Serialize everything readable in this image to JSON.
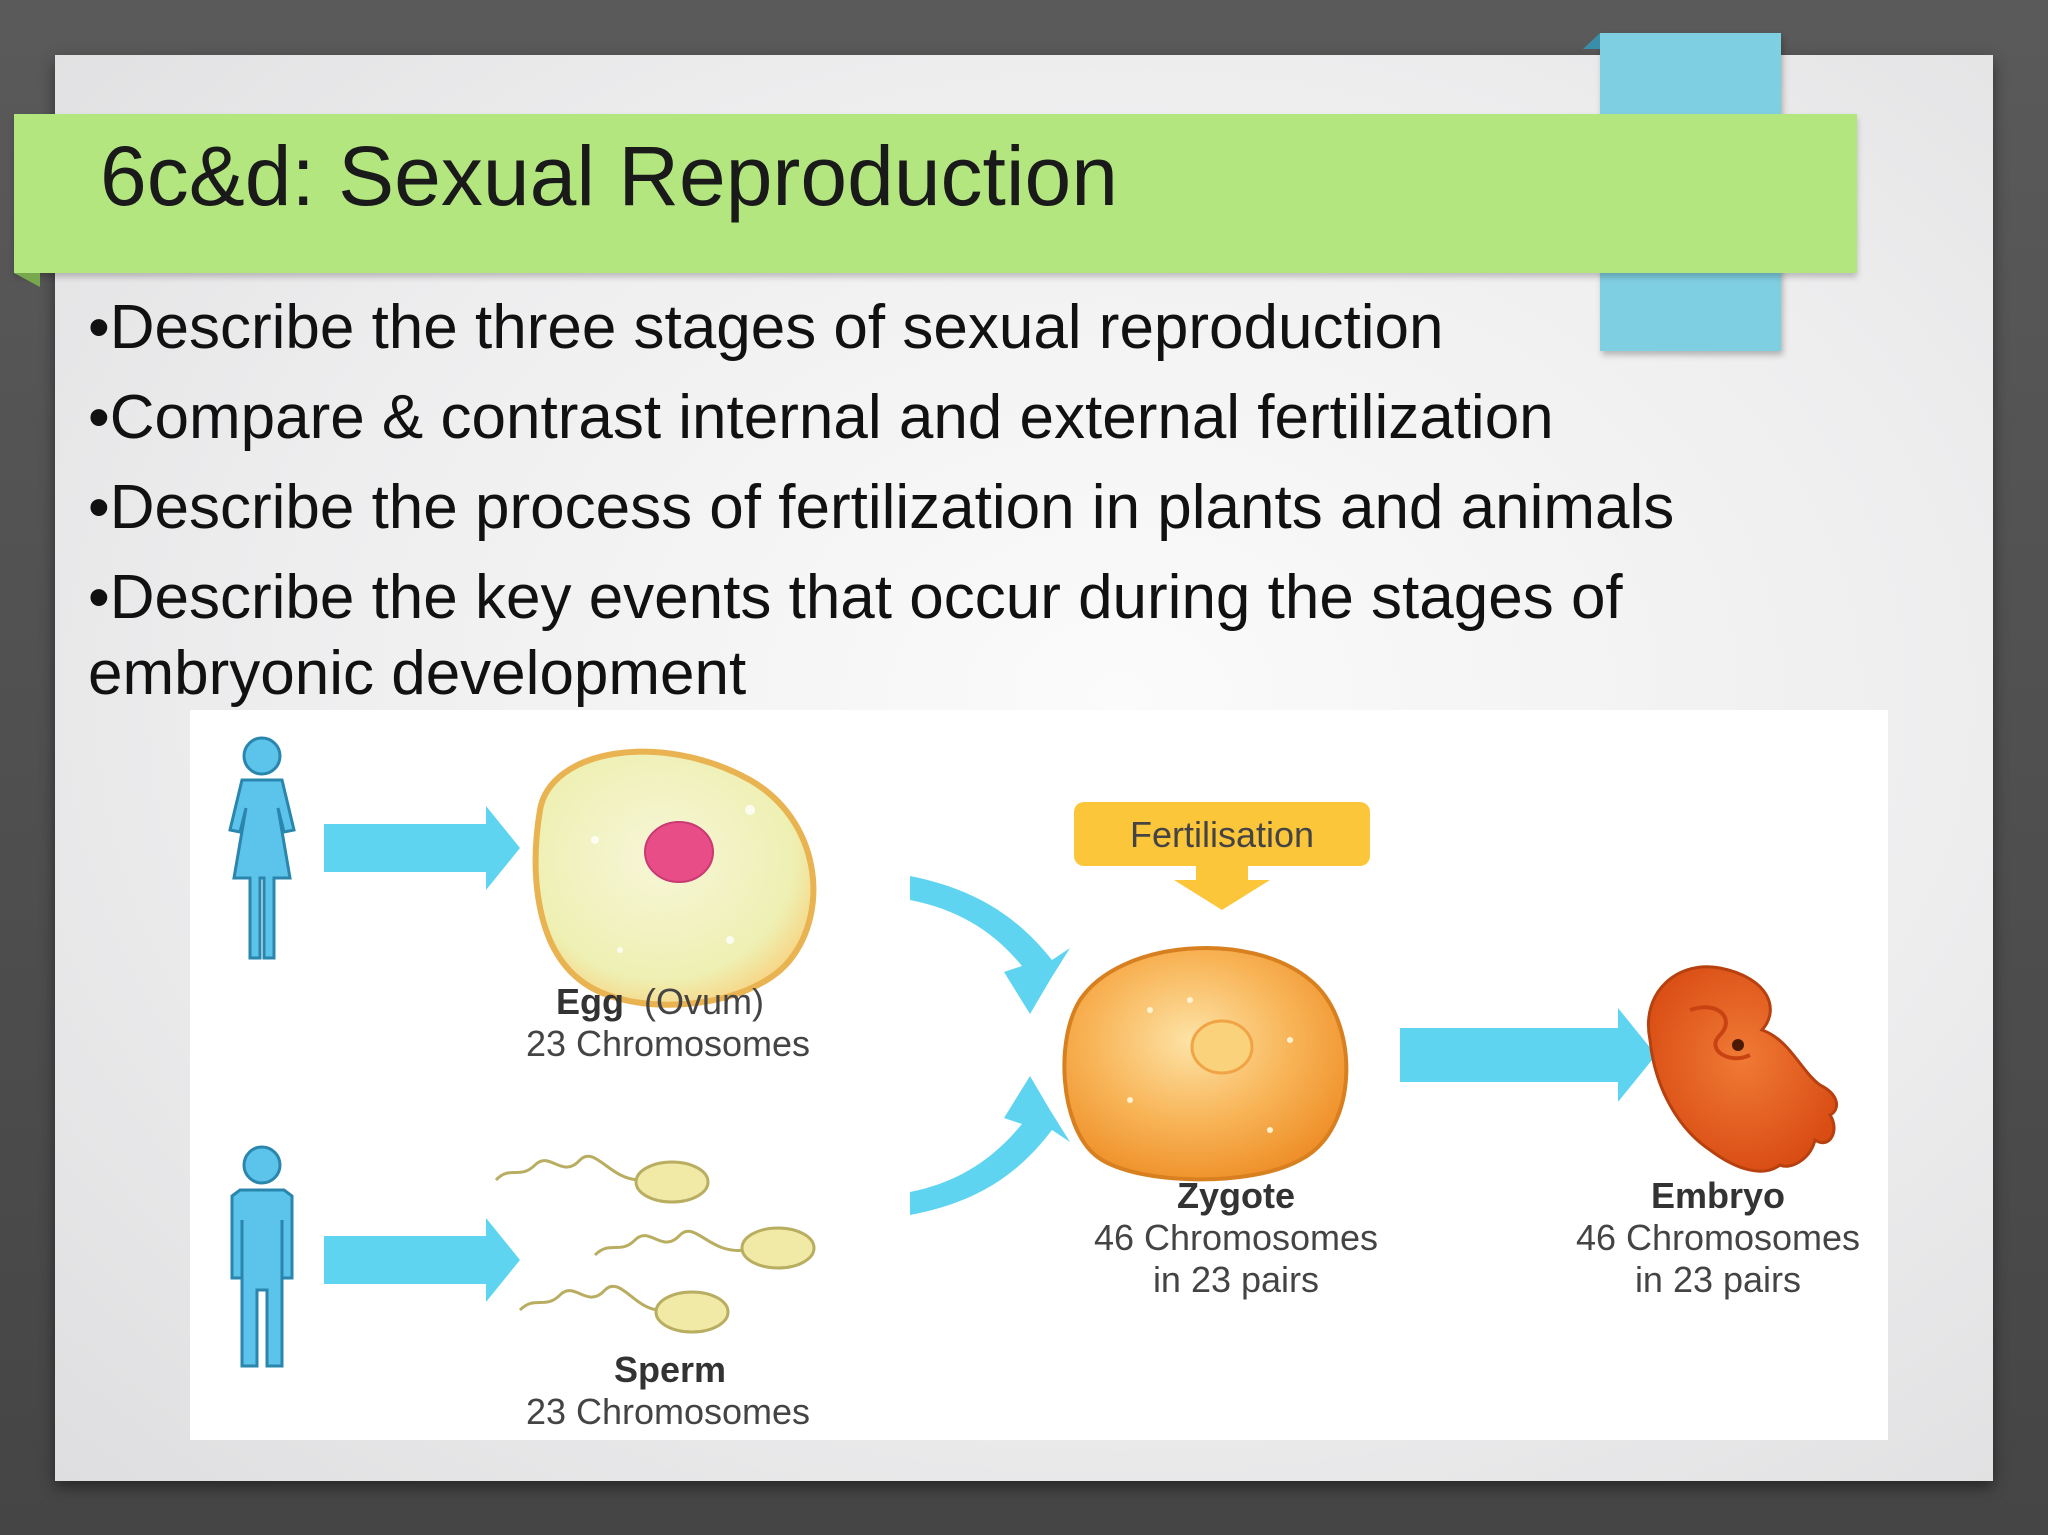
{
  "slide": {
    "title": "6c&d: Sexual Reproduction",
    "bullets": [
      "•Describe the three stages of sexual reproduction",
      "•Compare & contrast internal and external fertilization",
      "•Describe the process of fertilization in plants and animals",
      "•Describe the key events that occur during the stages of embryonic development"
    ]
  },
  "figure": {
    "fertilisation_label": "Fertilisation",
    "egg": {
      "name": "Egg",
      "alt_name": "(Ovum)",
      "chromosomes": "23 Chromosomes"
    },
    "sperm": {
      "name": "Sperm",
      "chromosomes": "23 Chromosomes"
    },
    "zygote": {
      "name": "Zygote",
      "chromosomes": "46 Chromosomes",
      "pairs": "in 23 pairs"
    },
    "embryo": {
      "name": "Embryo",
      "chromosomes": "46 Chromosomes",
      "pairs": "in 23 pairs"
    }
  },
  "colors": {
    "background": "#4d4d4d",
    "slide": "#eeeeef",
    "title_band": "#b3e67f",
    "accent": "#7fcfe2",
    "arrow": "#5fd4f0",
    "fertilisation_box": "#fcc63a",
    "egg": "#f6f0be",
    "egg_nucleus": "#e84d87",
    "zygote": "#f6a23e",
    "embryo": "#e2551c"
  }
}
